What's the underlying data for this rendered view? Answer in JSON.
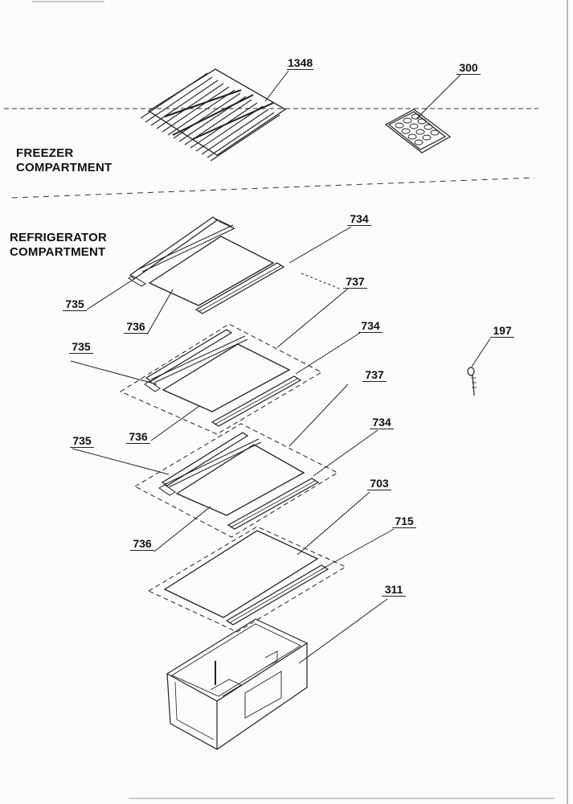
{
  "sections": {
    "freezer": {
      "line1": "FREEZER",
      "line2": "COMPARTMENT"
    },
    "refrigerator": {
      "line1": "REFRIGERATOR",
      "line2": "COMPARTMENT"
    }
  },
  "parts": {
    "wire_shelf": "1348",
    "ice_tray": "300",
    "shelf1_left_rail": "735",
    "shelf1_glass": "736",
    "shelf1_right_rail": "734",
    "shelf1_frame": "737",
    "shelf2_left_rail": "735",
    "shelf2_glass": "736",
    "shelf2_right_rail": "734",
    "shelf2_frame": "737",
    "shelf3_left_rail": "735",
    "shelf3_glass": "736",
    "shelf3_right_rail": "734",
    "crisper_cover_glass": "703",
    "crisper_cover_rail": "715",
    "crisper_pan": "311",
    "screw": "197"
  }
}
